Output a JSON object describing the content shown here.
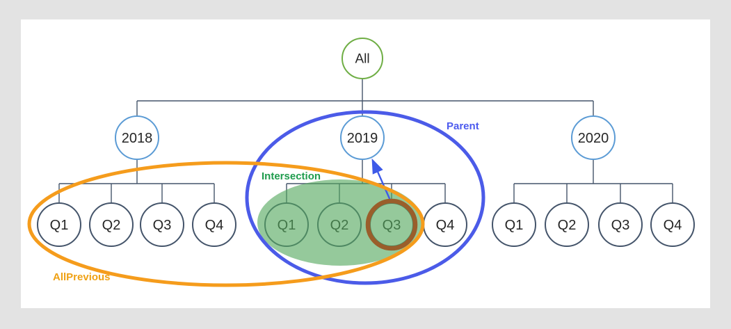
{
  "page": {
    "background": "#e3e3e3",
    "canvas_background": "#ffffff"
  },
  "tree": {
    "root": {
      "label": "All"
    },
    "years": [
      {
        "label": "2018",
        "quarters": [
          "Q1",
          "Q2",
          "Q3",
          "Q4"
        ]
      },
      {
        "label": "2019",
        "quarters": [
          "Q1",
          "Q2",
          "Q3",
          "Q4"
        ]
      },
      {
        "label": "2020",
        "quarters": [
          "Q1",
          "Q2",
          "Q3",
          "Q4"
        ]
      }
    ],
    "highlighted_node": "2019 Q3"
  },
  "annotations": {
    "parent": {
      "label": "Parent",
      "color": "#4d5bee"
    },
    "intersection": {
      "label": "Intersection",
      "color": "#1f9c4d"
    },
    "all_previous": {
      "label": "AllPrevious",
      "color": "#efa114"
    }
  },
  "colors": {
    "tree_line": "#44546a",
    "root_circle_stroke": "#6fae45",
    "year_circle_stroke": "#5b9bd5",
    "quarter_circle_stroke": "#44546a",
    "node_text": "#262626",
    "green_ellipse_fill": "#54a85e",
    "orange_ellipse_stroke": "#f59c1c",
    "blue_ellipse_stroke": "#4b5be8",
    "highlight_ring_stroke": "#9a5e2b",
    "arrow": "#3e5ae8"
  }
}
